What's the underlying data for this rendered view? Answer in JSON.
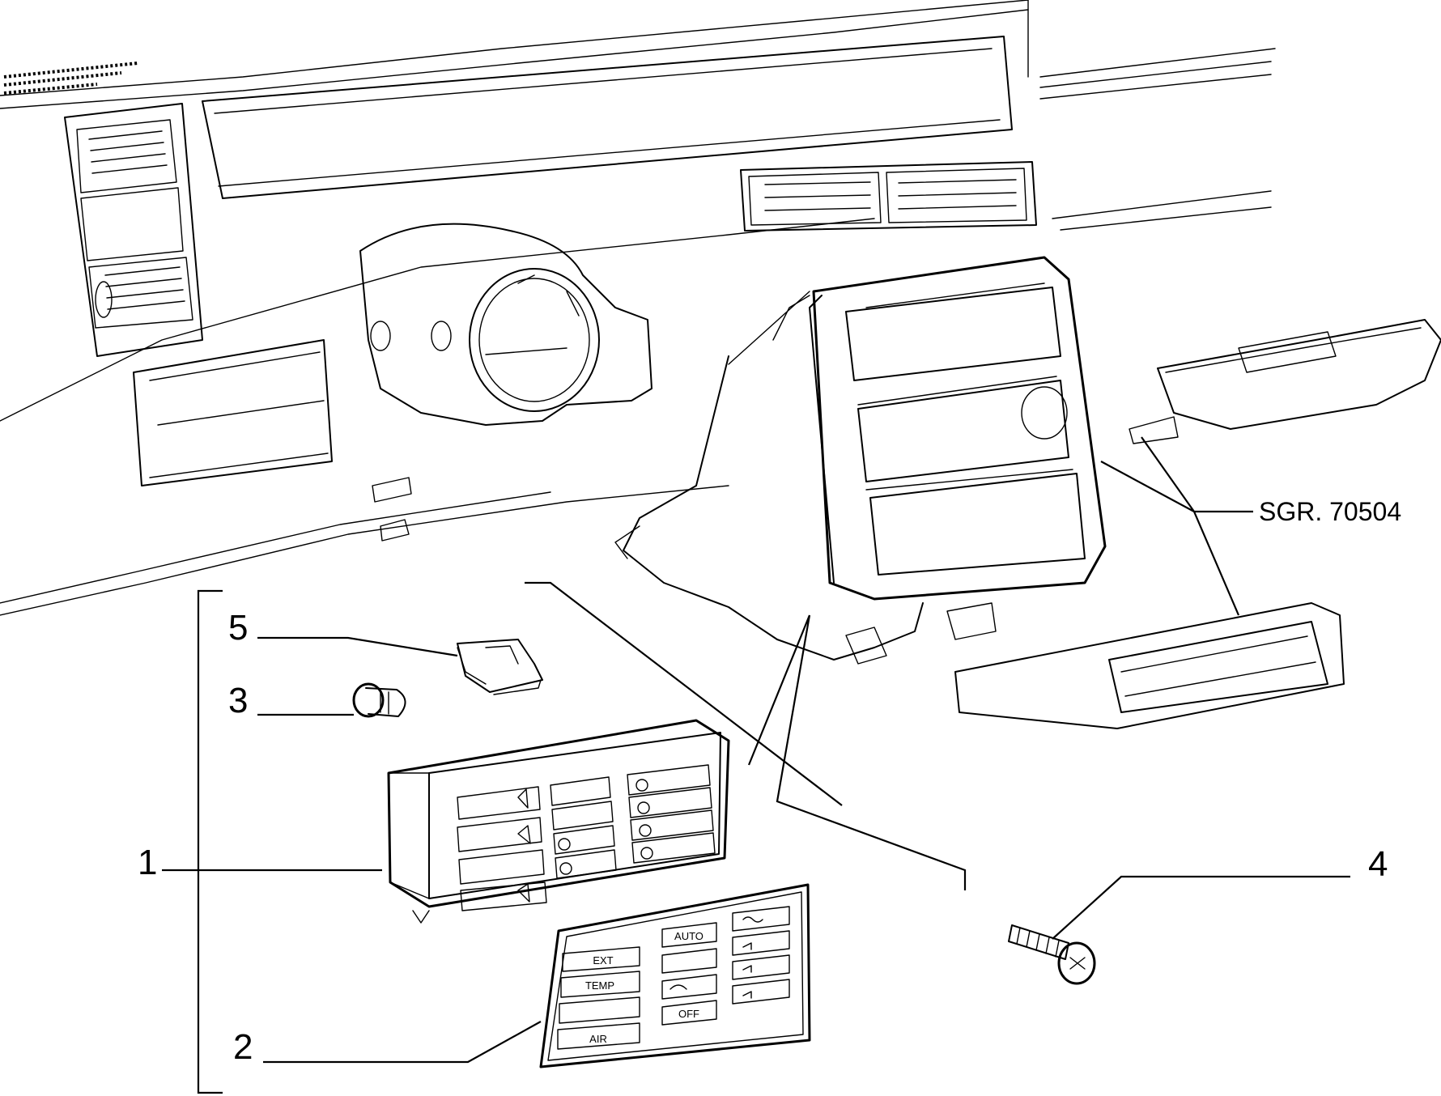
{
  "reference_code": "SGR. 70504",
  "callouts": [
    {
      "id": "1",
      "label": "1"
    },
    {
      "id": "2",
      "label": "2"
    },
    {
      "id": "3",
      "label": "3"
    },
    {
      "id": "4",
      "label": "4"
    },
    {
      "id": "5",
      "label": "5"
    }
  ],
  "control_panel_overlay": {
    "left_labels": [
      "EXT",
      "TEMP",
      "AIR"
    ],
    "center_labels": [
      "AUTO",
      "OFF"
    ]
  },
  "icons": [
    "dashboard-drawing",
    "center-console-bezel",
    "glovebox-drawing",
    "storage-tray-drawing",
    "clip-part",
    "bulb-part",
    "climate-control-unit",
    "screw-part",
    "control-panel-overlay"
  ]
}
